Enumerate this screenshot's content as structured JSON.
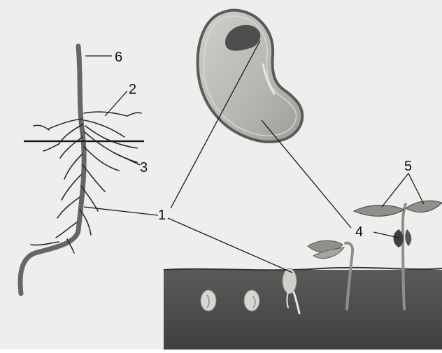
{
  "labels": {
    "one": "1",
    "two": "2",
    "three": "3",
    "four": "4",
    "five": "5",
    "six": "6"
  },
  "colors": {
    "background": "#eeeeec",
    "soil": "#4a4a48",
    "seed_fill": "#b9b9b6",
    "seed_outline": "#5a5a58",
    "embryo": "#4e4e4c",
    "root": "#666664",
    "root_lines": "#2a2a2a",
    "leader_lines": "#1a1a1a",
    "label_text": "#111111"
  }
}
